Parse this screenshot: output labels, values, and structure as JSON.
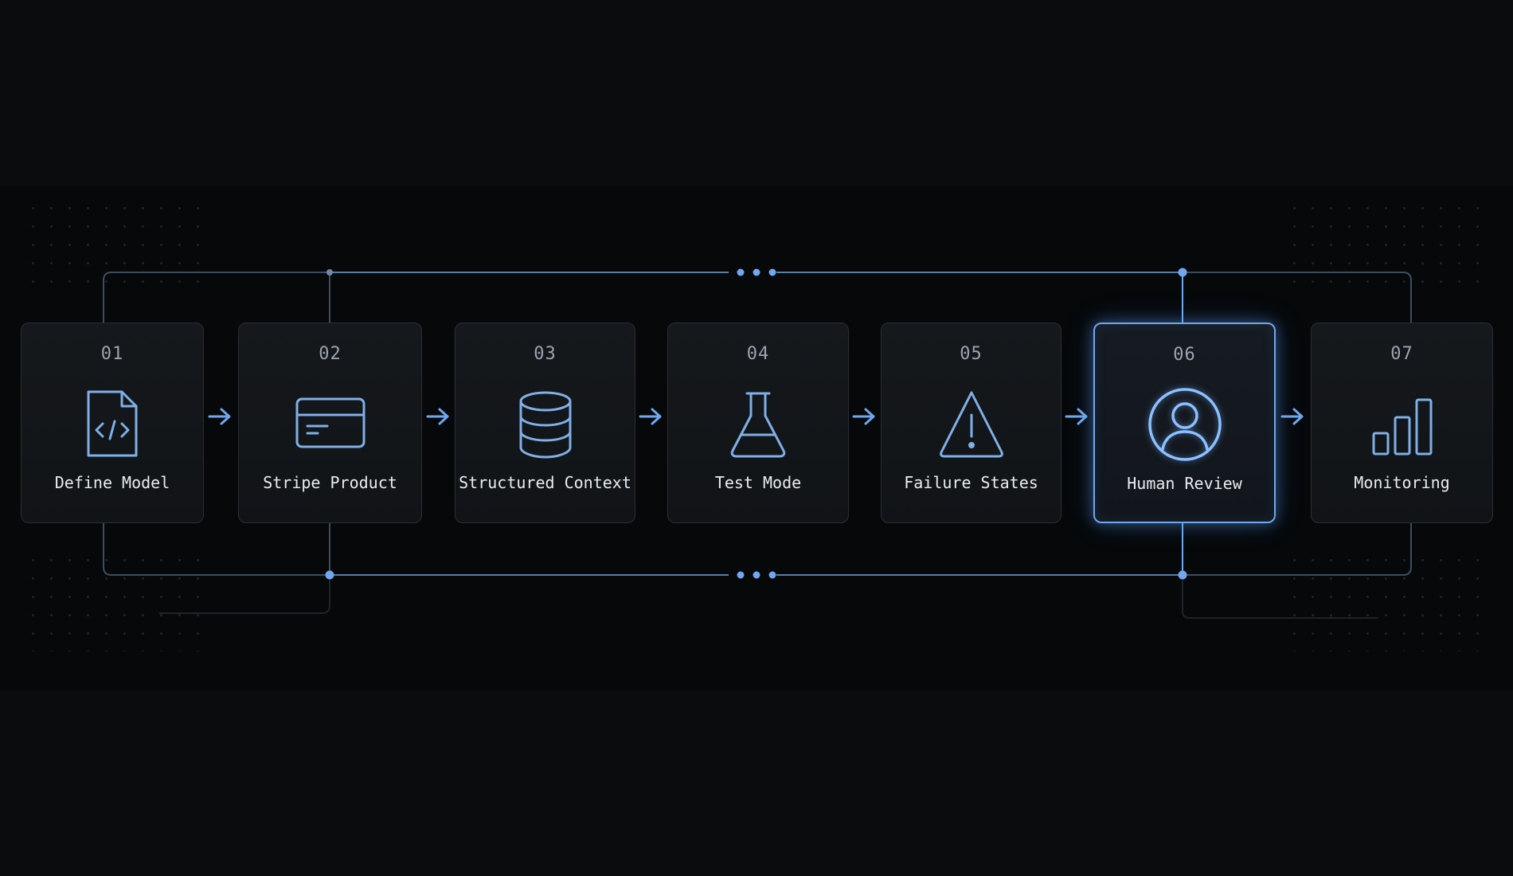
{
  "colors": {
    "accent": "#6fa8ee",
    "icon": "#7fb0e6",
    "card_border": "#2a2f36",
    "background": "#0a0c0d",
    "band": "#06080a",
    "label": "#e9edf1",
    "number": "#9aa5b1"
  },
  "steps": [
    {
      "number": "01",
      "label": "Define Model",
      "icon": "code-file-icon",
      "active": false
    },
    {
      "number": "02",
      "label": "Stripe Product",
      "icon": "credit-card-icon",
      "active": false
    },
    {
      "number": "03",
      "label": "Structured Context",
      "icon": "database-icon",
      "active": false
    },
    {
      "number": "04",
      "label": "Test Mode",
      "icon": "flask-icon",
      "active": false
    },
    {
      "number": "05",
      "label": "Failure States",
      "icon": "warning-icon",
      "active": false
    },
    {
      "number": "06",
      "label": "Human Review",
      "icon": "user-icon",
      "active": true
    },
    {
      "number": "07",
      "label": "Monitoring",
      "icon": "bar-chart-icon",
      "active": false
    }
  ],
  "arrow_icon": "arrow-right-icon"
}
